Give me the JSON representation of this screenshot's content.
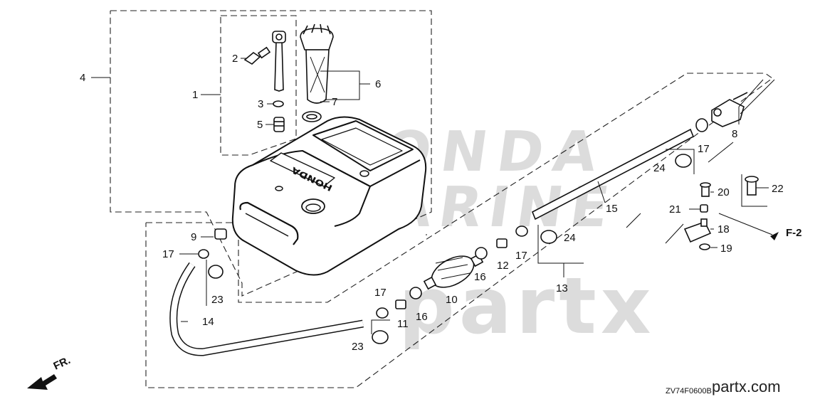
{
  "callouts": {
    "c1": "1",
    "c2": "2",
    "c3": "3",
    "c4": "4",
    "c5": "5",
    "c6": "6",
    "c7": "7",
    "c8": "8",
    "c9": "9",
    "c10": "10",
    "c11": "11",
    "c12": "12",
    "c13": "13",
    "c14": "14",
    "c15": "15",
    "c16a": "16",
    "c16b": "16",
    "c17a": "17",
    "c17b": "17",
    "c17c": "17",
    "c17d": "17",
    "c18": "18",
    "c19": "19",
    "c20": "20",
    "c21": "21",
    "c22": "22",
    "c23a": "23",
    "c23b": "23",
    "c24a": "24",
    "c24b": "24"
  },
  "references": {
    "section": "F-2",
    "front": "FR."
  },
  "watermark": {
    "brand_line1": "HONDA",
    "brand_line2": "MARINE",
    "site_logo": "partx"
  },
  "tank_logo": "HONDA",
  "footer": {
    "diagram_code": "ZV74F0600B",
    "site": "partx.com"
  }
}
